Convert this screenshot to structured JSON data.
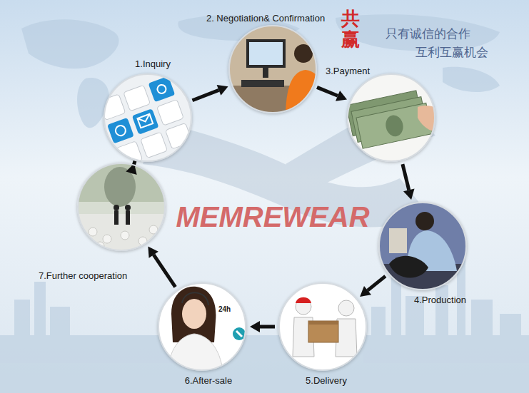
{
  "diagram": {
    "nodes": [
      {
        "text": [
          "1.Inquiry"
        ]
      },
      {
        "text": [
          "2. Negotiation& Confirmation"
        ]
      },
      {
        "text": [
          "3.Payment"
        ]
      },
      {
        "text": [
          "4.Production"
        ]
      },
      {
        "text": [
          "5.Delivery"
        ]
      },
      {
        "text": [
          "6.After-sale"
        ]
      },
      {
        "text": [
          "7.Further cooperation"
        ]
      }
    ],
    "edges": [
      {
        "from": 0,
        "to": 1,
        "arrow": "to"
      },
      {
        "from": 1,
        "to": 2,
        "arrow": "to"
      },
      {
        "from": 2,
        "to": 3,
        "arrow": "to"
      },
      {
        "from": 3,
        "to": 4,
        "arrow": "to"
      },
      {
        "from": 4,
        "to": 5,
        "arrow": "to"
      },
      {
        "from": 5,
        "to": 6,
        "arrow": "to"
      },
      {
        "from": 6,
        "to": 0,
        "arrow": "to"
      }
    ],
    "labels": [
      "共赢",
      "只有诚信的合作",
      "互利互赢机会",
      "MEMREWEAR",
      "24h"
    ]
  }
}
